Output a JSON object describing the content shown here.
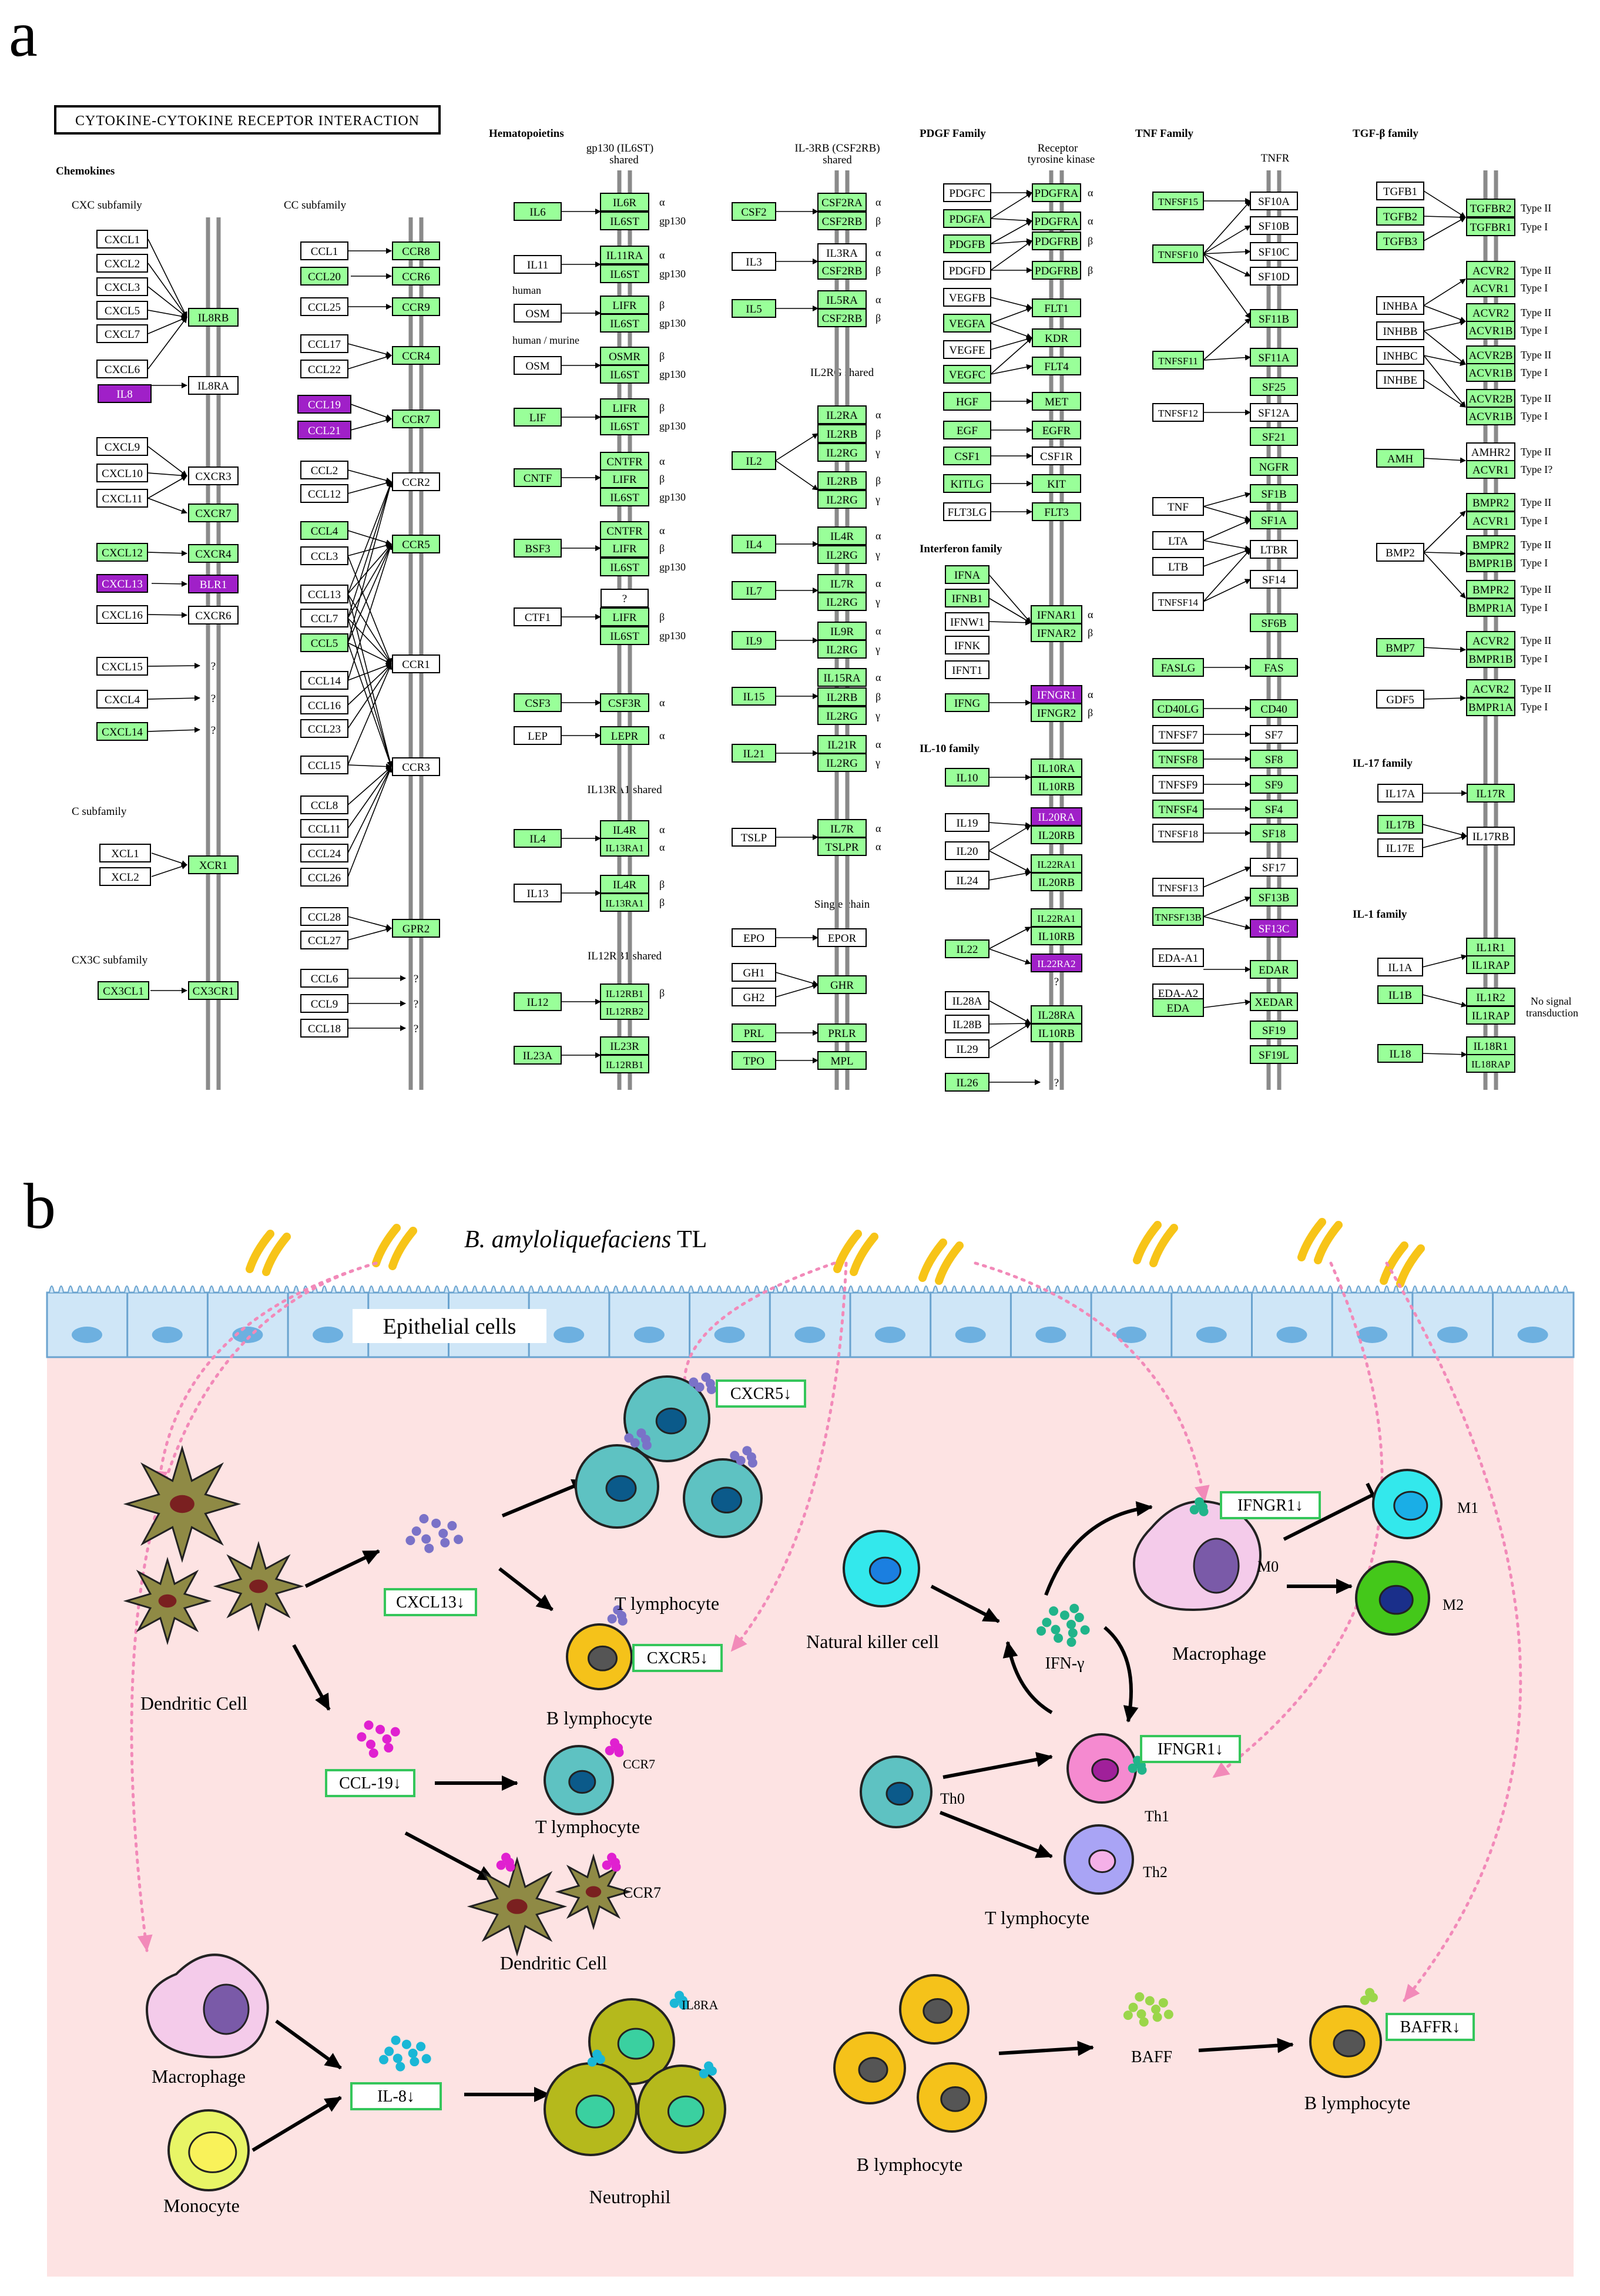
{
  "panel_a": {
    "letter": "a",
    "title": "CYTOKINE-CYTOKINE RECEPTOR INTERACTION",
    "colors": {
      "up": "#99ff99",
      "changed": "#a020c8",
      "none": "#ffffff",
      "membrane": "#888888"
    },
    "sections": {
      "chemokines": "Chemokines",
      "cxc": "CXC subfamily",
      "cc": "CC subfamily",
      "c": "C subfamily",
      "cx3c": "CX3C subfamily",
      "hema": "Hematopoietins",
      "gp130a": "gp130 (IL6ST)",
      "gp130b": "shared",
      "il3rba": "IL-3RB (CSF2RB)",
      "il3rbb": "shared",
      "il2rg": "IL2RG shared",
      "il13ra1": "IL13RA1 shared",
      "il12rb1": "IL12RB1 shared",
      "single": "Single chain",
      "pdgf": "PDGF Family",
      "rtka": "Receptor",
      "rtkb": "tyrosine kinase",
      "ifn": "Interferon family",
      "il10": "IL-10 family",
      "tnf": "TNF Family",
      "tnfr": "TNFR",
      "tgfb": "TGF-β family",
      "il17": "IL-17 family",
      "il1": "IL-1 family",
      "human": "human",
      "humanmurine": "human / murine",
      "nosignal1": "No signal",
      "nosignal2": "transduction"
    },
    "chemokine_ligands_cxc": [
      "CXCL1",
      "CXCL2",
      "CXCL3",
      "CXCL5",
      "CXCL7",
      "CXCL6",
      "IL8",
      "CXCL9",
      "CXCL10",
      "CXCL11",
      "CXCL12",
      "CXCL13",
      "CXCL16",
      "CXCL15",
      "CXCL4",
      "CXCL14",
      "XCL1",
      "XCL2",
      "CX3CL1"
    ],
    "chemokine_receptors_cxc": [
      "IL8RB",
      "IL8RA",
      "CXCR3",
      "CXCR7",
      "CXCR4",
      "BLR1",
      "CXCR6",
      "?",
      "?",
      "?",
      "XCR1",
      "CX3CR1"
    ],
    "chemokine_ligands_cc": [
      "CCL1",
      "CCL20",
      "CCL25",
      "CCL17",
      "CCL22",
      "CCL19",
      "CCL21",
      "CCL2",
      "CCL12",
      "CCL4",
      "CCL3",
      "CCL13",
      "CCL7",
      "CCL5",
      "CCL14",
      "CCL16",
      "CCL23",
      "CCL15",
      "CCL8",
      "CCL11",
      "CCL24",
      "CCL26",
      "CCL28",
      "CCL27",
      "CCL6",
      "CCL9",
      "CCL18"
    ],
    "chemokine_receptors_cc": [
      "CCR8",
      "CCR6",
      "CCR9",
      "CCR4",
      "CCR7",
      "CCR2",
      "CCR5",
      "CCR1",
      "CCR3",
      "GPR2",
      "?",
      "?",
      "?"
    ],
    "hema_gp130_ligands": [
      "IL6",
      "IL11",
      "OSM",
      "OSM",
      "LIF",
      "CNTF",
      "BSF3",
      "CTF1",
      "CSF3",
      "LEP",
      "IL4",
      "IL13",
      "IL12",
      "IL23A"
    ],
    "hema_gp130_receptors": [
      "IL6R",
      "IL6ST",
      "IL11RA",
      "IL6ST",
      "LIFR",
      "IL6ST",
      "OSMR",
      "IL6ST",
      "LIFR",
      "IL6ST",
      "CNTFR",
      "LIFR",
      "IL6ST",
      "CNTFR",
      "LIFR",
      "IL6ST",
      "?",
      "LIFR",
      "IL6ST",
      "CSF3R",
      "LEPR",
      "IL4R",
      "IL13RA1",
      "IL4R",
      "IL13RA1",
      "IL12RB1",
      "IL12RB2",
      "IL23R",
      "IL12RB1"
    ],
    "hema_gp130_tags": [
      "α",
      "gp130",
      "α",
      "gp130",
      "β",
      "gp130",
      "β",
      "gp130",
      "β",
      "gp130",
      "α",
      "β",
      "gp130",
      "α",
      "β",
      "gp130",
      "β",
      "gp130",
      "α",
      "α",
      "α",
      "α",
      "β",
      "β",
      "β"
    ],
    "hema_il3_ligands": [
      "CSF2",
      "IL3",
      "IL5",
      "IL2",
      "IL4",
      "IL7",
      "IL9",
      "IL15",
      "IL21",
      "TSLP",
      "EPO",
      "GH1",
      "GH2",
      "PRL",
      "TPO"
    ],
    "hema_il3_receptors": [
      "CSF2RA",
      "CSF2RB",
      "IL3RA",
      "CSF2RB",
      "IL5RA",
      "CSF2RB",
      "IL2RA",
      "IL2RB",
      "IL2RG",
      "IL2RB",
      "IL2RG",
      "IL4R",
      "IL2RG",
      "IL7R",
      "IL2RG",
      "IL9R",
      "IL2RG",
      "IL15RA",
      "IL2RB",
      "IL2RG",
      "IL21R",
      "IL2RG",
      "IL7R",
      "TSLPR",
      "EPOR",
      "GHR",
      "PRLR",
      "MPL"
    ],
    "hema_il3_tags": [
      "α",
      "β",
      "α",
      "β",
      "α",
      "β",
      "α",
      "β",
      "γ",
      "β",
      "γ",
      "α",
      "γ",
      "α",
      "γ",
      "α",
      "γ",
      "α",
      "β",
      "γ",
      "α",
      "γ",
      "α",
      "α"
    ],
    "pdgf_ligands": [
      "PDGFC",
      "PDGFA",
      "PDGFB",
      "PDGFD",
      "VEGFB",
      "VEGFA",
      "VEGFE",
      "VEGFC",
      "HGF",
      "EGF",
      "CSF1",
      "KITLG",
      "FLT3LG"
    ],
    "pdgf_receptors": [
      "PDGFRA",
      "PDGFRA",
      "PDGFRB",
      "PDGFRB",
      "FLT1",
      "KDR",
      "FLT4",
      "MET",
      "EGFR",
      "CSF1R",
      "KIT",
      "FLT3"
    ],
    "pdgf_tags": [
      "α",
      "α",
      "β",
      "β"
    ],
    "ifn_ligands": [
      "IFNA",
      "IFNB1",
      "IFNW1",
      "IFNK",
      "IFNT1",
      "IFNG"
    ],
    "ifn_receptors": [
      "IFNAR1",
      "IFNAR2",
      "IFNGR1",
      "IFNGR2"
    ],
    "ifn_tags": [
      "α",
      "β",
      "α",
      "β"
    ],
    "il10_ligands": [
      "IL10",
      "IL19",
      "IL20",
      "IL24",
      "IL22",
      "IL28A",
      "IL28B",
      "IL29",
      "IL26"
    ],
    "il10_receptors": [
      "IL10RA",
      "IL10RB",
      "IL20RA",
      "IL20RB",
      "IL22RA1",
      "IL20RB",
      "IL22RA1",
      "IL10RB",
      "IL22RA2",
      "?",
      "IL28RA",
      "IL10RB",
      "?"
    ],
    "tnf_ligands": [
      "TNFSF15",
      "TNFSF10",
      "TNFSF11",
      "TNFSF12",
      "TNF",
      "LTA",
      "LTB",
      "TNFSF14",
      "FASLG",
      "CD40LG",
      "TNFSF7",
      "TNFSF8",
      "TNFSF9",
      "TNFSF4",
      "TNFSF18",
      "TNFSF13",
      "TNFSF13B",
      "EDA-A1",
      "EDA-A2",
      "EDA"
    ],
    "tnf_receptors": [
      "SF10A",
      "SF10B",
      "SF10C",
      "SF10D",
      "SF11B",
      "SF11A",
      "SF25",
      "SF12A",
      "SF21",
      "NGFR",
      "SF1B",
      "SF1A",
      "LTBR",
      "SF14",
      "SF6B",
      "FAS",
      "CD40",
      "SF7",
      "SF8",
      "SF9",
      "SF4",
      "SF18",
      "SF17",
      "SF13B",
      "SF13C",
      "EDAR",
      "XEDAR",
      "SF19",
      "SF19L"
    ],
    "tgfb_ligands": [
      "TGFB1",
      "TGFB2",
      "TGFB3",
      "INHBA",
      "INHBB",
      "INHBC",
      "INHBE",
      "AMH",
      "BMP2",
      "BMP7",
      "GDF5"
    ],
    "tgfb_receptors": [
      "TGFBR2",
      "TGFBR1",
      "ACVR2",
      "ACVR1",
      "ACVR2",
      "ACVR1B",
      "ACVR2B",
      "ACVR1B",
      "ACVR2B",
      "ACVR1B",
      "AMHR2",
      "ACVR1",
      "BMPR2",
      "ACVR1",
      "BMPR2",
      "BMPR1B",
      "BMPR2",
      "BMPR1A",
      "ACVR2",
      "BMPR1B",
      "ACVR2",
      "BMPR1A"
    ],
    "tgfb_tags": [
      "Type II",
      "Type I",
      "Type II",
      "Type I",
      "Type II",
      "Type I",
      "Type II",
      "Type I",
      "Type II",
      "Type I",
      "Type II",
      "Type I?",
      "Type II",
      "Type I",
      "Type II",
      "Type I",
      "Type II",
      "Type I",
      "Type II",
      "Type I",
      "Type II",
      "Type I"
    ],
    "il17_ligands": [
      "IL17A",
      "IL17B",
      "IL17E"
    ],
    "il17_receptors": [
      "IL17R",
      "IL17RB"
    ],
    "il1_ligands": [
      "IL1A",
      "IL1B",
      "IL18"
    ],
    "il1_receptors": [
      "IL1R1",
      "IL1RAP",
      "IL1R2",
      "IL1RAP",
      "IL18R1",
      "IL18RAP"
    ]
  },
  "panel_b": {
    "letter": "b",
    "bacteria": "B. amyloliquefaciens",
    "bacteria_suffix": " TL",
    "epithelial": "Epithelial cells",
    "cells": {
      "dendritic": "Dendritic Cell",
      "t1": "T lymphocyte",
      "b1": "B lymphocyte",
      "t2": "T lymphocyte",
      "dendritic2": "Dendritic Cell",
      "nk": "Natural killer cell",
      "ifng": "IFN-γ",
      "macrophage": "Macrophage",
      "m0": "M0",
      "m1": "M1",
      "m2": "M2",
      "th0": "Th0",
      "th1": "Th1",
      "th2": "Th2",
      "t3": "T lymphocyte",
      "macrophage2": "Macrophage",
      "monocyte": "Monocyte",
      "neutrophil": "Neutrophil",
      "il8ra": "IL8RA",
      "b2": "B lymphocyte",
      "baff": "BAFF",
      "b3": "B lymphocyte",
      "ccr7a": "CCR7",
      "ccr7b": "CCR7"
    },
    "boxes": {
      "cxcr5a": "CXCR5↓",
      "cxcl13": "CXCL13↓",
      "cxcr5b": "CXCR5↓",
      "ccl19": "CCL-19↓",
      "ifngr1a": "IFNGR1↓",
      "ifngr1b": "IFNGR1↓",
      "il8": "IL-8↓",
      "baffr": "BAFFR↓"
    },
    "colors": {
      "epithelium": "#cce6f6",
      "tissue": "#fde3e3",
      "arrow_pink": "#f28ab9",
      "box_border": "#35c65b",
      "down_arrow": "#2a2ad0"
    }
  }
}
